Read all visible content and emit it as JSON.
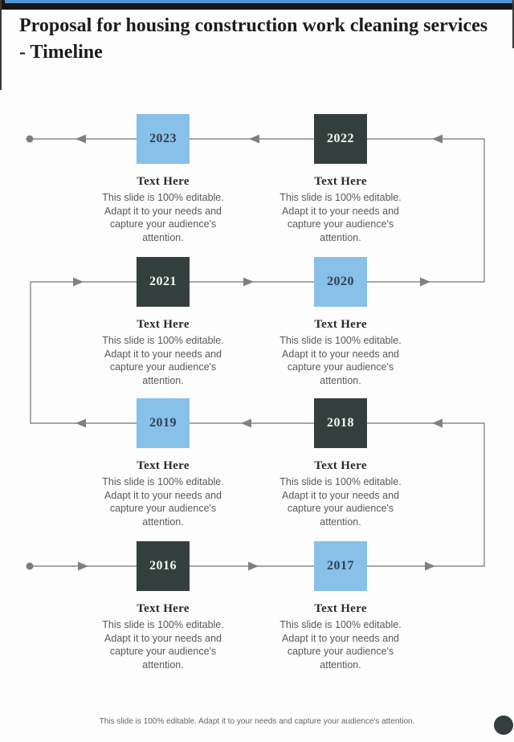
{
  "page": {
    "title": "Proposal for housing construction work cleaning services - Timeline",
    "footer": "This slide is 100% editable. Adapt it to your needs and capture your audience's attention."
  },
  "colors": {
    "accent_blue": "#87c0e9",
    "accent_dark": "#333f3d",
    "connector_gray": "#8a8a8a",
    "arrow_gray": "#808080",
    "top_bar_black": "#161616",
    "top_stripe_blue": "#4e97d4"
  },
  "timeline": {
    "flow_order": [
      "2016",
      "2017",
      "2018",
      "2019",
      "2021",
      "2020",
      "2022",
      "2023"
    ],
    "items": [
      {
        "year": "2023",
        "variant": "blue",
        "heading": "Text Here",
        "body": "This slide is 100% editable. Adapt it to your needs and capture your audience's attention."
      },
      {
        "year": "2022",
        "variant": "dark",
        "heading": "Text Here",
        "body": "This slide is 100% editable. Adapt it to your needs and capture your audience's attention."
      },
      {
        "year": "2021",
        "variant": "dark",
        "heading": "Text Here",
        "body": "This slide is 100% editable. Adapt it to your needs and capture your audience's attention."
      },
      {
        "year": "2020",
        "variant": "blue",
        "heading": "Text Here",
        "body": "This slide is 100% editable. Adapt it to your needs and capture your audience's attention."
      },
      {
        "year": "2019",
        "variant": "blue",
        "heading": "Text Here",
        "body": "This slide is 100% editable. Adapt it to your needs and capture your audience's attention."
      },
      {
        "year": "2018",
        "variant": "dark",
        "heading": "Text Here",
        "body": "This slide is 100% editable. Adapt it to your needs and capture your audience's attention."
      },
      {
        "year": "2016",
        "variant": "dark",
        "heading": "Text Here",
        "body": "This slide is 100% editable. Adapt it to your needs and capture your audience's attention."
      },
      {
        "year": "2017",
        "variant": "blue",
        "heading": "Text Here",
        "body": "This slide is 100% editable. Adapt it to your needs and capture your audience's attention."
      }
    ]
  }
}
